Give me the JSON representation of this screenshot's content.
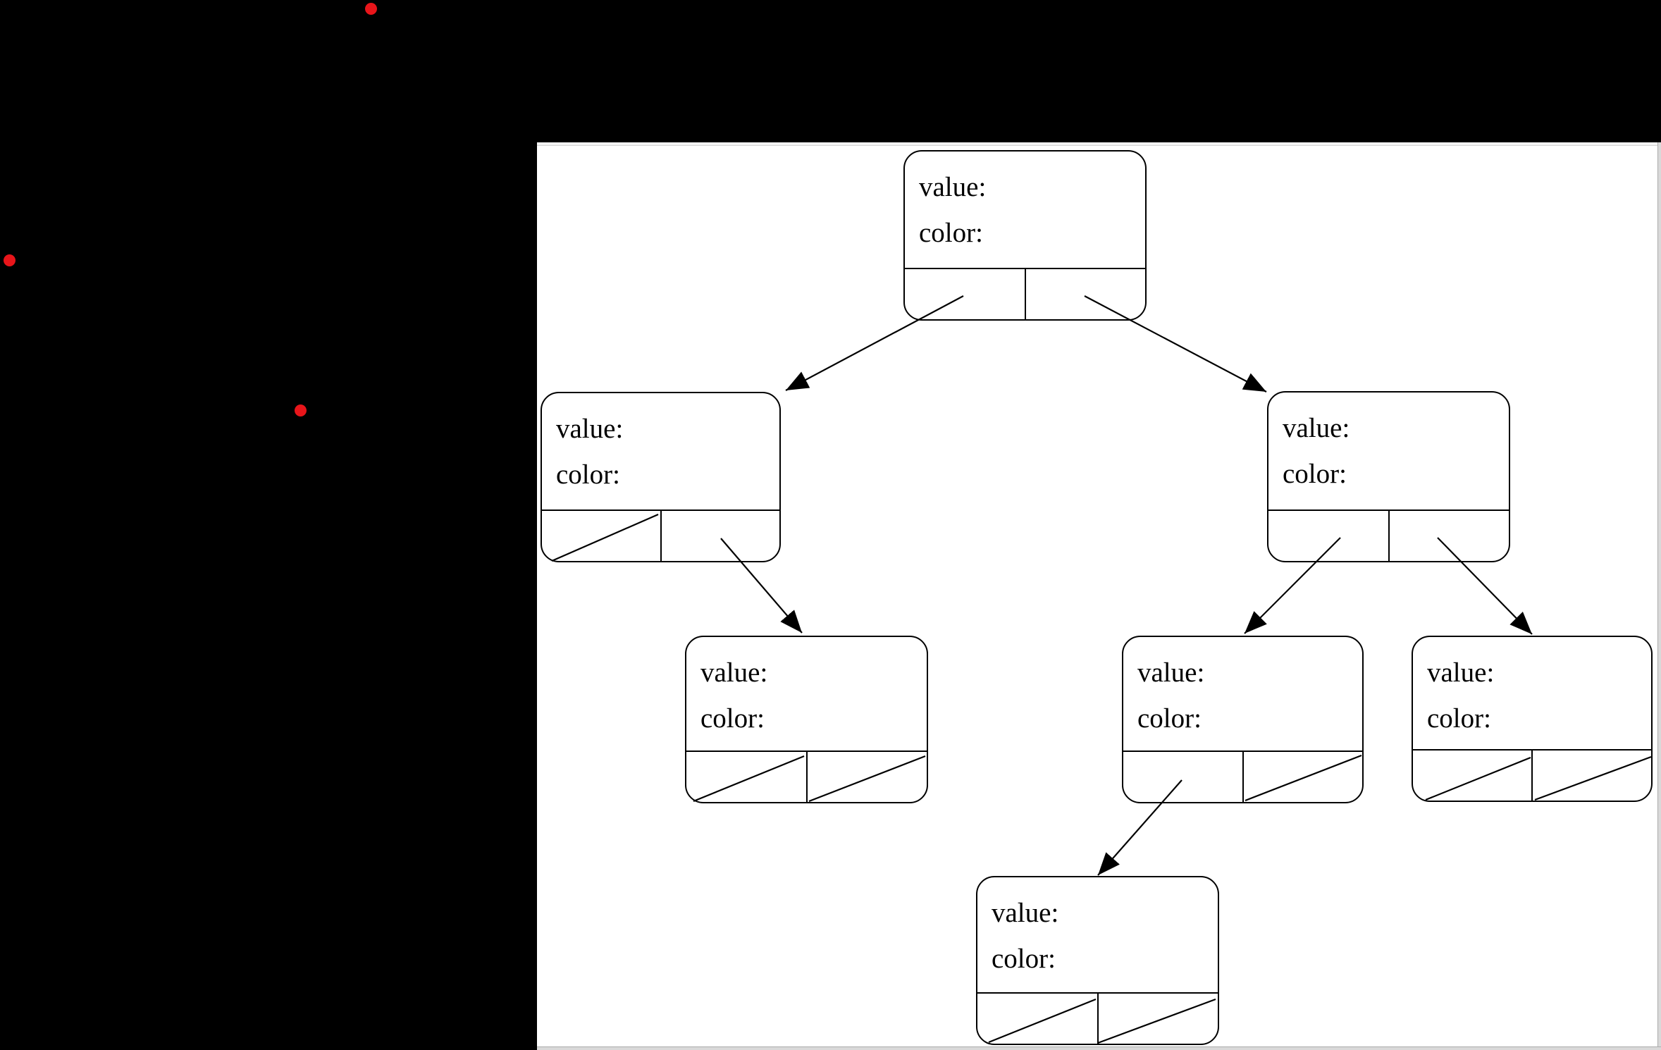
{
  "diagram": {
    "type": "binary-tree-node-diagram",
    "description": "Red-black tree node diagram: rounded record boxes with value/color fields and left/right pointer cells; slashed cells are null pointers; arrows point from parent pointer cells to child nodes"
  },
  "nodes": [
    {
      "id": "root",
      "value_label": "value:",
      "color_label": "color:",
      "left": "left-child",
      "right": "right-child"
    },
    {
      "id": "left-child",
      "value_label": "value:",
      "color_label": "color:",
      "left": "null",
      "right": "left-right-child"
    },
    {
      "id": "right-child",
      "value_label": "value:",
      "color_label": "color:",
      "left": "right-left-child",
      "right": "right-right-child"
    },
    {
      "id": "left-right-child",
      "value_label": "value:",
      "color_label": "color:",
      "left": "null",
      "right": "null"
    },
    {
      "id": "right-left-child",
      "value_label": "value:",
      "color_label": "color:",
      "left": "right-left-left-child",
      "right": "null"
    },
    {
      "id": "right-right-child",
      "value_label": "value:",
      "color_label": "color:",
      "left": "null",
      "right": "null"
    },
    {
      "id": "right-left-left-child",
      "value_label": "value:",
      "color_label": "color:",
      "left": "null",
      "right": "null"
    }
  ],
  "colors": {
    "page_background": "#000000",
    "canvas_background": "#ffffff",
    "line_color": "#000000",
    "cursor_dot": "#e8151a"
  }
}
